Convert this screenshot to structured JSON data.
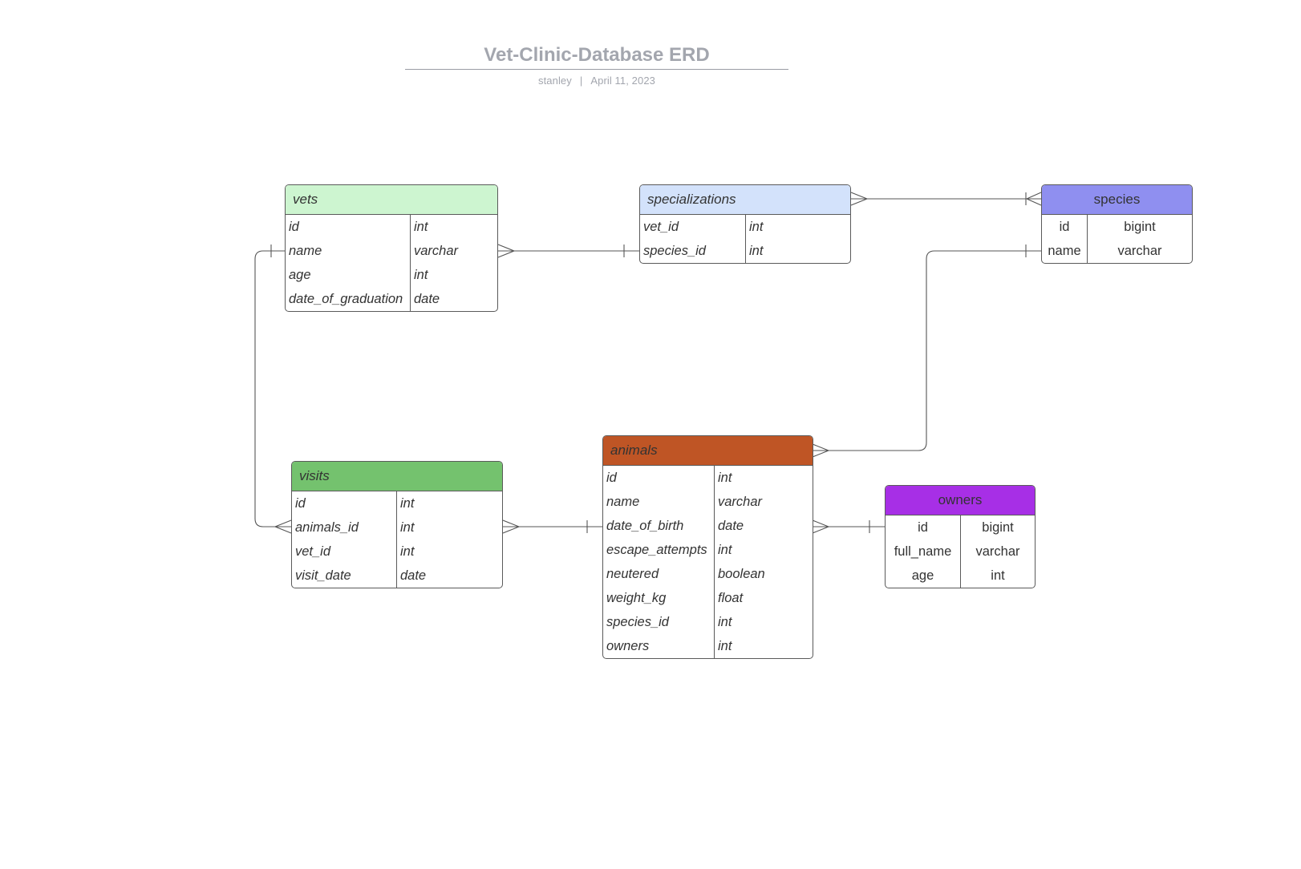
{
  "header": {
    "title": "Vet-Clinic-Database ERD",
    "author": "stanley",
    "separator": "|",
    "date": "April 11, 2023"
  },
  "entities": {
    "vets": {
      "name": "vets",
      "color": "#cdf5d0",
      "fields": [
        {
          "name": "id",
          "type": "int"
        },
        {
          "name": "name",
          "type": "varchar"
        },
        {
          "name": "age",
          "type": "int"
        },
        {
          "name": "date_of_graduation",
          "type": "date"
        }
      ]
    },
    "specializations": {
      "name": "specializations",
      "color": "#d3e2fb",
      "fields": [
        {
          "name": "vet_id",
          "type": "int"
        },
        {
          "name": "species_id",
          "type": "int"
        }
      ]
    },
    "species": {
      "name": "species",
      "color": "#8f8ff0",
      "fields": [
        {
          "name": "id",
          "type": "bigint"
        },
        {
          "name": "name",
          "type": "varchar"
        }
      ]
    },
    "visits": {
      "name": "visits",
      "color": "#74c26e",
      "fields": [
        {
          "name": "id",
          "type": "int"
        },
        {
          "name": "animals_id",
          "type": "int"
        },
        {
          "name": "vet_id",
          "type": "int"
        },
        {
          "name": "visit_date",
          "type": "date"
        }
      ]
    },
    "animals": {
      "name": "animals",
      "color": "#bf5525",
      "fields": [
        {
          "name": "id",
          "type": "int"
        },
        {
          "name": "name",
          "type": "varchar"
        },
        {
          "name": "date_of_birth",
          "type": "date"
        },
        {
          "name": "escape_attempts",
          "type": "int"
        },
        {
          "name": "neutered",
          "type": "boolean"
        },
        {
          "name": "weight_kg",
          "type": "float"
        },
        {
          "name": "species_id",
          "type": "int"
        },
        {
          "name": "owners",
          "type": "int"
        }
      ]
    },
    "owners": {
      "name": "owners",
      "color": "#a72fe6",
      "fields": [
        {
          "name": "id",
          "type": "bigint"
        },
        {
          "name": "full_name",
          "type": "varchar"
        },
        {
          "name": "age",
          "type": "int"
        }
      ]
    }
  }
}
